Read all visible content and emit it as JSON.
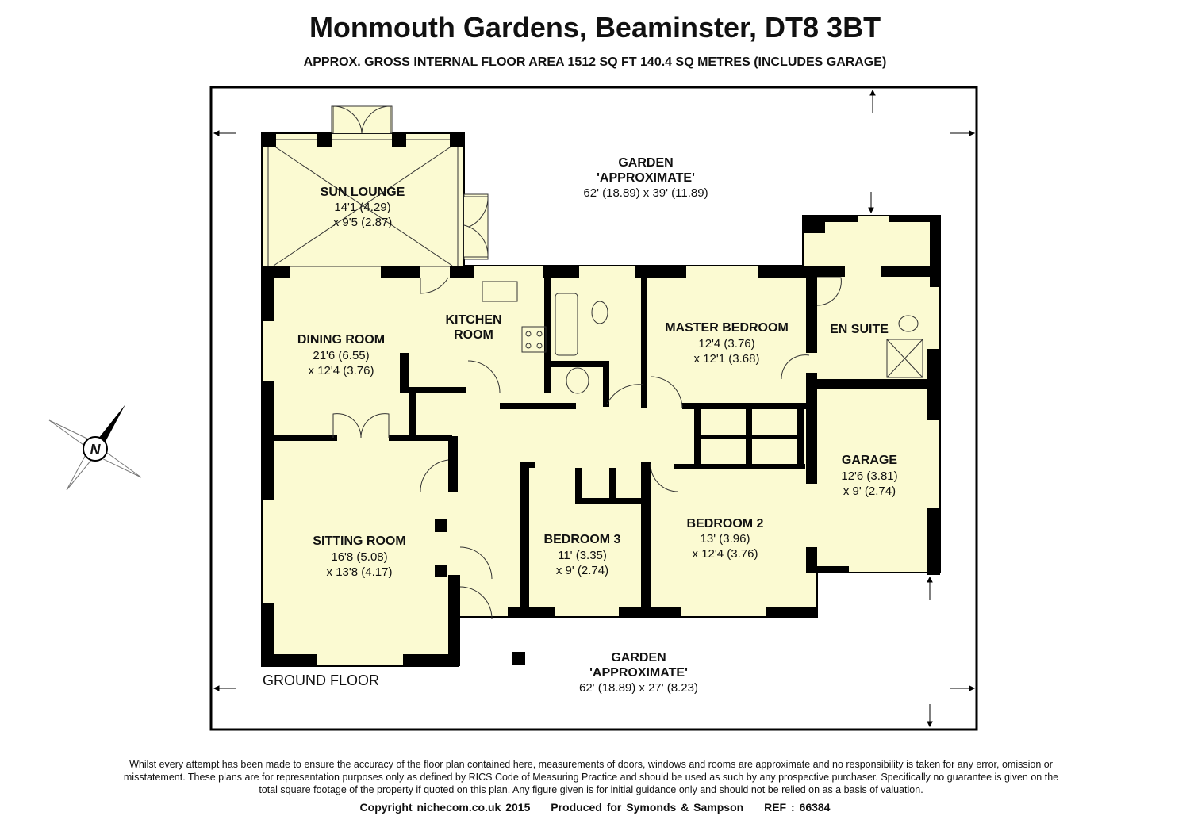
{
  "header": {
    "title": "Monmouth Gardens, Beaminster, DT8 3BT",
    "subtitle": "APPROX. GROSS INTERNAL FLOOR AREA 1512 SQ FT 140.4 SQ METRES (INCLUDES GARAGE)"
  },
  "floor_label": "GROUND FLOOR",
  "colors": {
    "floor": "#fbfad2",
    "wall": "#000000"
  },
  "compass": {
    "label": "N"
  },
  "rooms": [
    {
      "name": "SUN LOUNGE",
      "dim1": "14'1 (4.29)",
      "dim2": "x 9'5 (2.87)"
    },
    {
      "name": "DINING ROOM",
      "dim1": "21'6 (6.55)",
      "dim2": "x 12'4 (3.76)"
    },
    {
      "name": "KITCHEN",
      "dim1": "ROOM",
      "dim2": ""
    },
    {
      "name": "MASTER BEDROOM",
      "dim1": "12'4 (3.76)",
      "dim2": "x 12'1 (3.68)"
    },
    {
      "name": "EN SUITE",
      "dim1": "",
      "dim2": ""
    },
    {
      "name": "GARAGE",
      "dim1": "12'6 (3.81)",
      "dim2": "x 9' (2.74)"
    },
    {
      "name": "SITTING ROOM",
      "dim1": "16'8 (5.08)",
      "dim2": "x 13'8 (4.17)"
    },
    {
      "name": "BEDROOM 3",
      "dim1": "11' (3.35)",
      "dim2": "x 9' (2.74)"
    },
    {
      "name": "BEDROOM 2",
      "dim1": "13' (3.96)",
      "dim2": "x 12'4 (3.76)"
    }
  ],
  "gardens": [
    {
      "name": "GARDEN",
      "note": "'APPROXIMATE'",
      "dim": "62' (18.89) x 39' (11.89)"
    },
    {
      "name": "GARDEN",
      "note": "'APPROXIMATE'",
      "dim": "62' (18.89) x 27' (8.23)"
    }
  ],
  "footer": {
    "disclaimer": "Whilst every attempt has been made to ensure the accuracy of the floor plan contained here, measurements of doors, windows and rooms are approximate and no responsibility is taken for any error, omission or misstatement. These plans are for representation purposes only as defined by RICS Code of Measuring Practice and should be used as such by any prospective purchaser. Specifically no guarantee is given on the total square footage of the property if quoted on this plan. Any figure given is for initial guidance only and should not be relied on as a basis of valuation.",
    "copyright": "Copyright nichecom.co.uk 2015",
    "produced": "Produced for Symonds & Sampson",
    "ref": "REF : 66384"
  }
}
